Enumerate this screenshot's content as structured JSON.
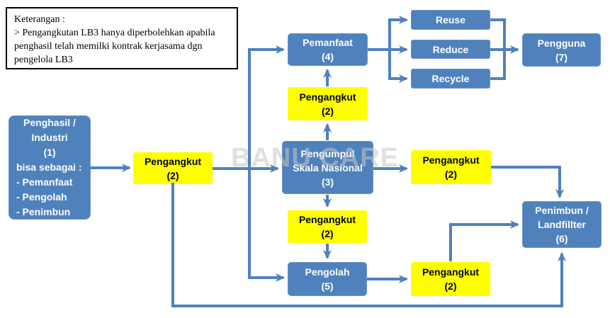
{
  "note": {
    "title": "Keterangan :",
    "line1": "> Pengangkutan LB3 hanya diperbolehkan apabila",
    "line2": "penghasil telah memilki kontrak kerjasama dgn",
    "line3": "pengelola LB3"
  },
  "watermark": "BANU CARE",
  "colors": {
    "node_blue": "#4F81BD",
    "node_yellow": "#FFFF00",
    "connector_blue": "#4F81BD",
    "watermark_gray": "#C7C7C7",
    "note_border": "#000000"
  },
  "nodes": {
    "penghasil": {
      "line1": "Penghasil /",
      "line2": "Industri",
      "line3": "(1)",
      "line4": "bisa sebagai :",
      "line5": "- Pemanfaat",
      "line6": "- Pengolah",
      "line7": "- Penimbun"
    },
    "pengangkut": {
      "label": "Pengangkut",
      "number": "(2)"
    },
    "pengumpul": {
      "line1": "Pengumpul",
      "line2": "Skala Nasional",
      "line3": "(3)"
    },
    "pemanfaat": {
      "label": "Pemanfaat",
      "number": "(4)"
    },
    "pengolah": {
      "label": "Pengolah",
      "number": "(5)"
    },
    "penimbun": {
      "line1": "Penimbun /",
      "line2": "Landfillter",
      "line3": "(6)"
    },
    "pengguna": {
      "label": "Pengguna",
      "number": "(7)"
    },
    "reuse": {
      "label": "Reuse"
    },
    "reduce": {
      "label": "Reduce"
    },
    "recycle": {
      "label": "Recycle"
    }
  }
}
